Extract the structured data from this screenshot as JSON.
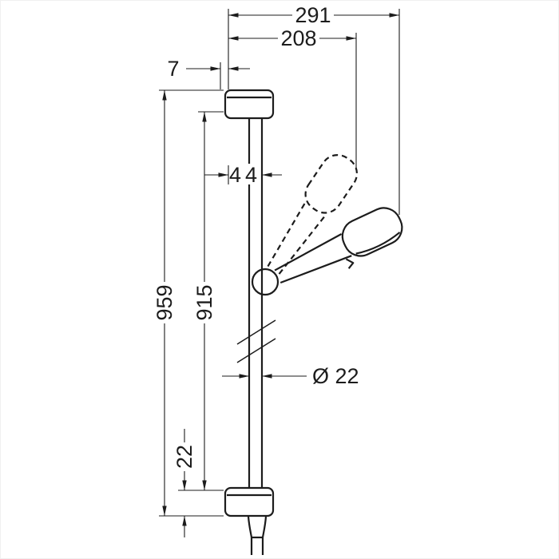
{
  "canvas": {
    "background": "#ffffff",
    "line_color": "#1c1c1c"
  },
  "drawing": {
    "type": "technical-dimension-drawing",
    "subject": "shower slide bar set with hand shower (solid and dashed alternate position)",
    "dimensions": {
      "total_reach": "291",
      "head_reach": "208",
      "wall_clearance": "7",
      "bar_offset": "44",
      "bar_length": "959",
      "mount_distance": "915",
      "bar_diameter": "Ø 22",
      "end_offset": "22"
    }
  }
}
